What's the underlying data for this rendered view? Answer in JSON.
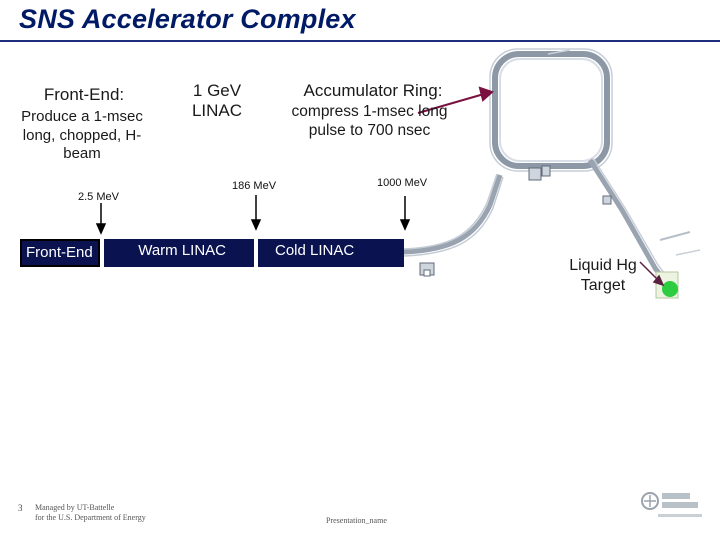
{
  "header": {
    "title": "SNS Accelerator Complex"
  },
  "front_end": {
    "title": "Front-End:",
    "description": "Produce a 1-msec long, chopped, H- beam"
  },
  "linac": {
    "title": "1 GeV LINAC"
  },
  "ring": {
    "title": "Accumulator Ring:",
    "description": "compress 1-msec long pulse to 700 nsec"
  },
  "energies": {
    "e1": "2.5 MeV",
    "e2": "186 MeV",
    "e3": "1000 MeV"
  },
  "segments": {
    "front_end": "Front-End",
    "warm_linac": "Warm LINAC",
    "cold_linac": "Cold LINAC"
  },
  "target": {
    "label": "Liquid Hg Target"
  },
  "footer": {
    "page_number": "3",
    "managed_line1": "Managed by UT-Battelle",
    "managed_line2": "for the U.S. Department of Energy",
    "presentation": "Presentation_name"
  },
  "colors": {
    "title": "#001a66",
    "beam_bar": "#0a1250",
    "ring_arrow": "#7a1040",
    "target": "#2ecc40",
    "tracks": "#9aa4b0"
  },
  "icons": {
    "logo": "oak-ridge-logo"
  }
}
